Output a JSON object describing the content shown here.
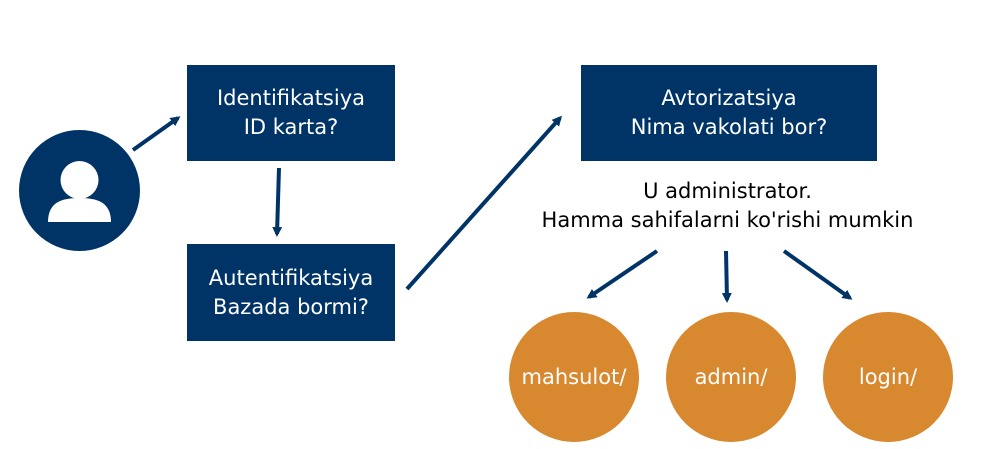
{
  "colors": {
    "box_fill": "#003366",
    "route_fill": "#d8892f",
    "arrow": "#003366",
    "text_on_fill": "#ffffff"
  },
  "user": {
    "icon": "user-icon"
  },
  "identification": {
    "line1": "Identifikatsiya",
    "line2": "ID karta?"
  },
  "authentication": {
    "line1": "Autentifikatsiya",
    "line2": "Bazada bormi?"
  },
  "authorization": {
    "line1": "Avtorizatsiya",
    "line2": "Nima vakolati bor?"
  },
  "note": {
    "line1": "U administrator.",
    "line2": "Hamma sahifalarni ko'rishi mumkin"
  },
  "routes": [
    {
      "label": "mahsulot/"
    },
    {
      "label": "admin/"
    },
    {
      "label": "login/"
    }
  ]
}
